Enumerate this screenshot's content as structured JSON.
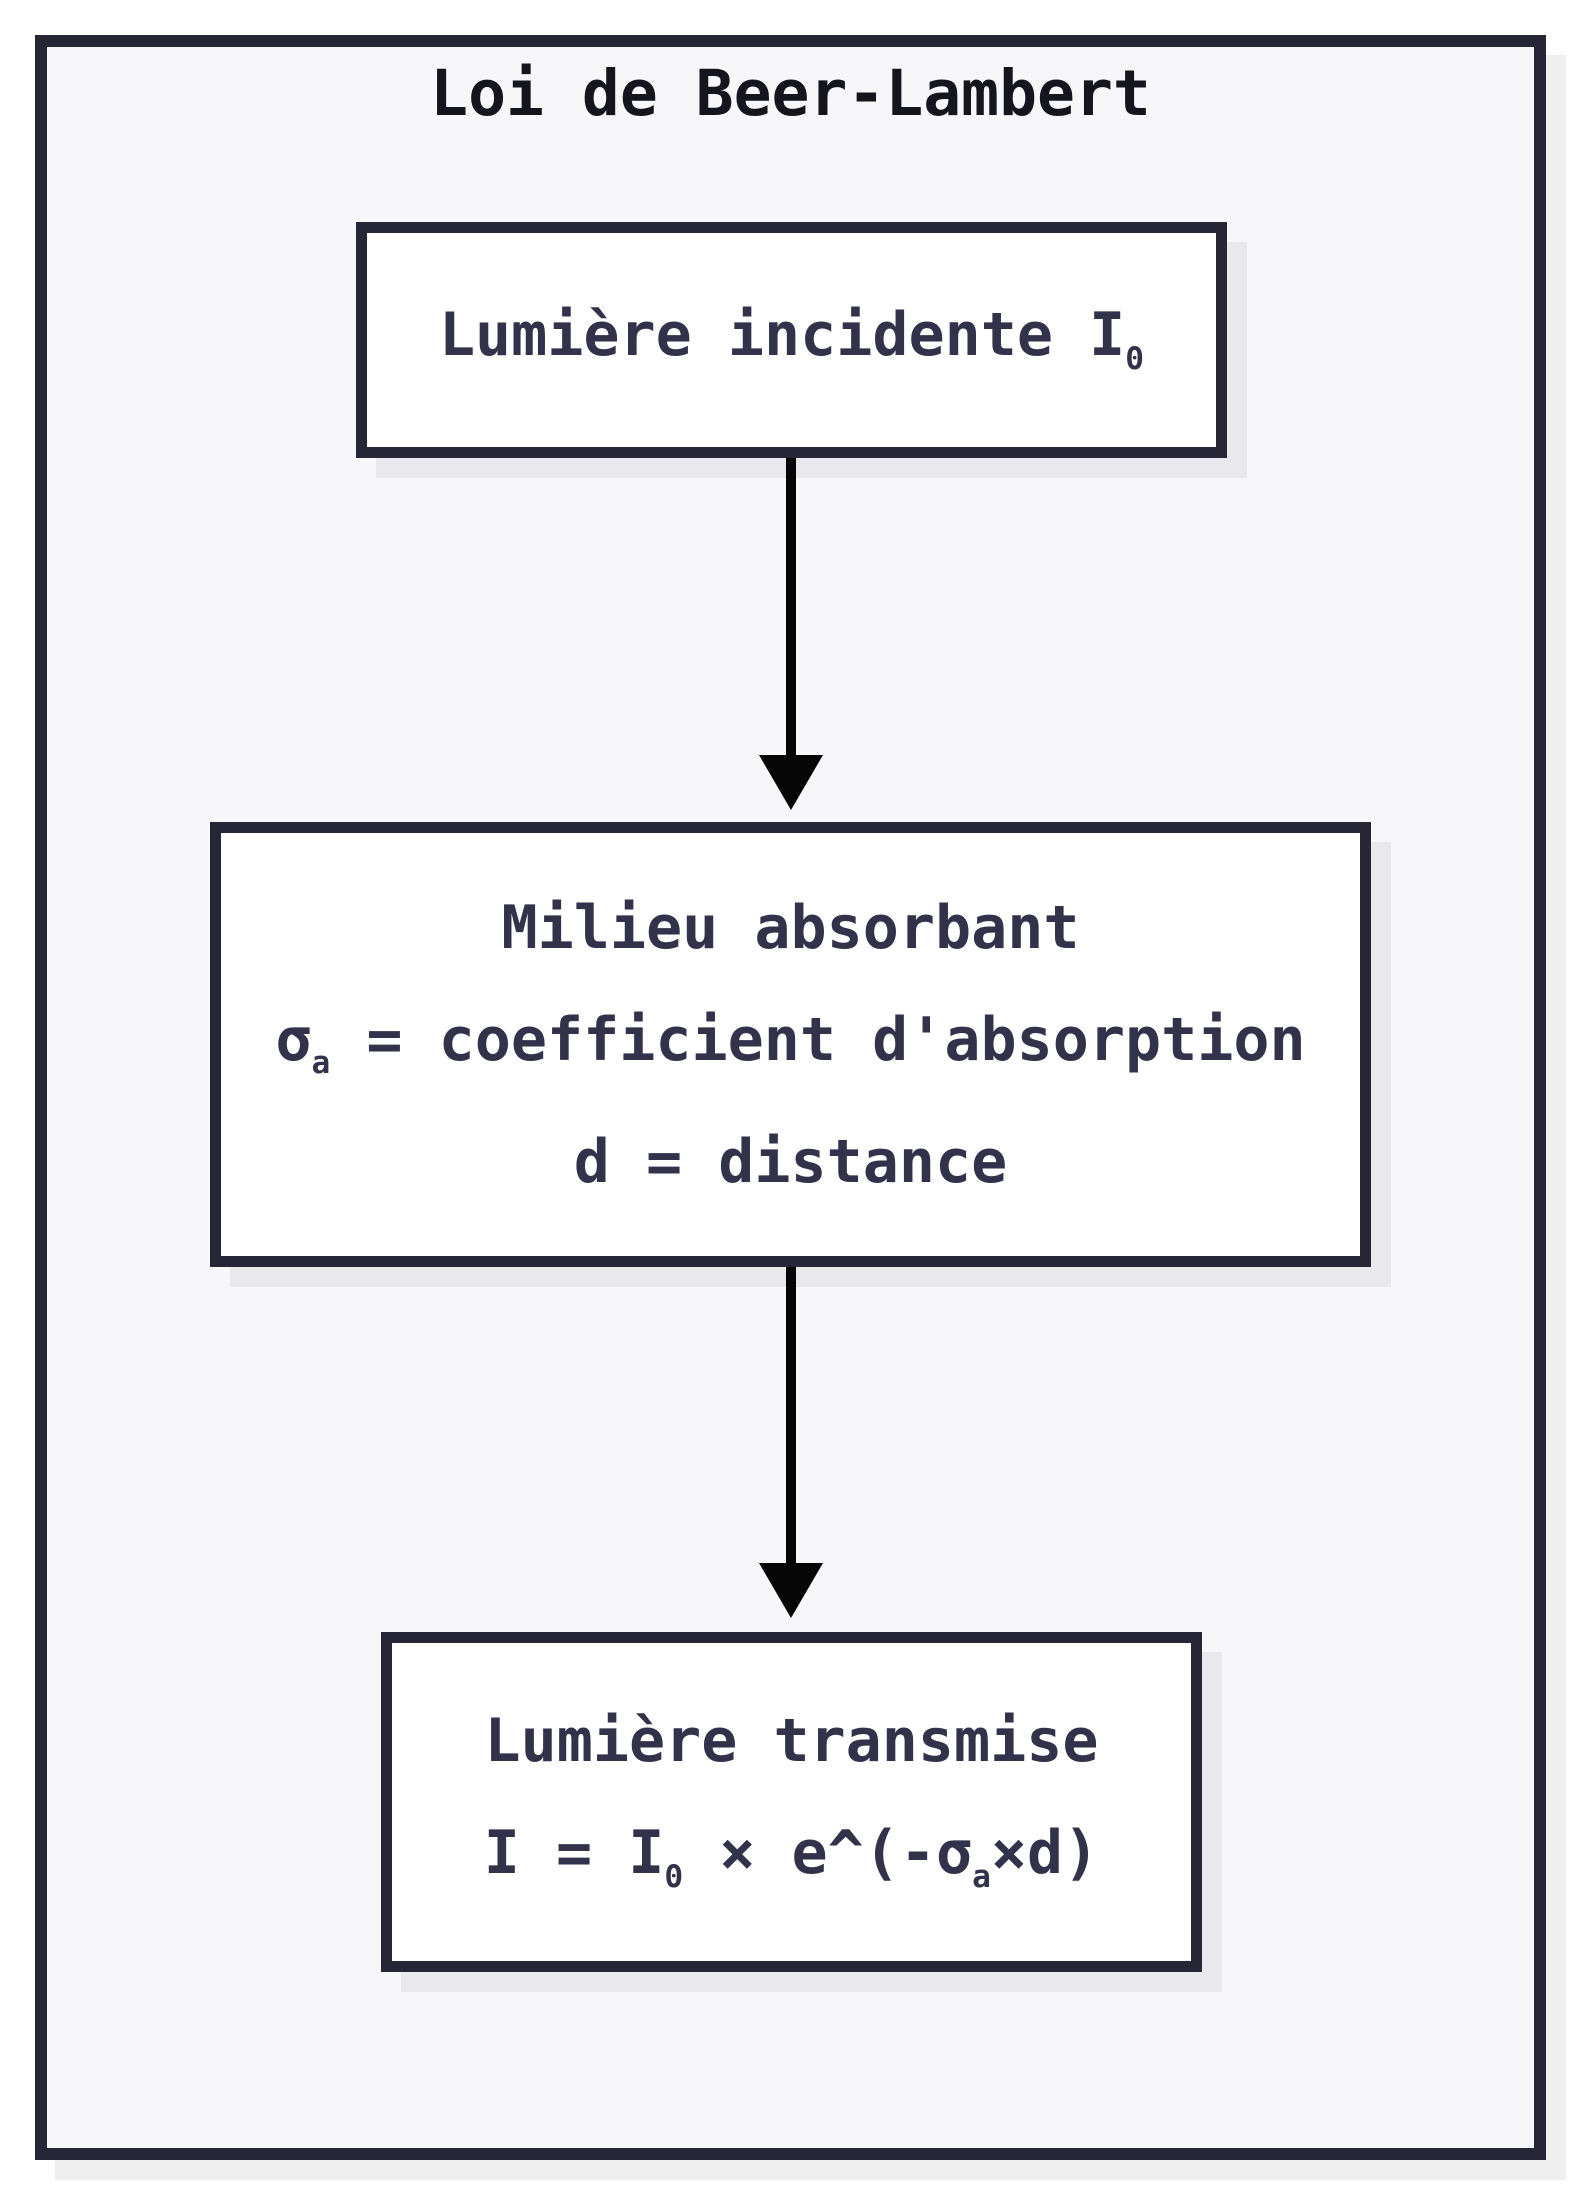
{
  "title": "Loi de Beer-Lambert",
  "colors": {
    "border": "#262637",
    "bg": "#f7f7f9",
    "box_fill": "#ffffff",
    "box_shadow": "#e9e9ed",
    "frame_shadow": "#efeff0",
    "arrow": "#060606",
    "text": "#32324a",
    "title": "#15151d"
  },
  "nodes": {
    "incident": {
      "text": "Lumière incidente I",
      "text_sub": "0"
    },
    "medium": {
      "line1": "Milieu absorbant",
      "line2_sigma": "σ",
      "line2_sigma_sub": "a",
      "line2_rest": " = coefficient d'absorption",
      "line3": "d = distance"
    },
    "transmitted": {
      "line1": "Lumière transmise",
      "formula_lead": "I = I",
      "formula_i_sub": "0",
      "formula_mid": " × e^(-σ",
      "formula_sigma_sub": "a",
      "formula_tail": "×d)"
    }
  }
}
